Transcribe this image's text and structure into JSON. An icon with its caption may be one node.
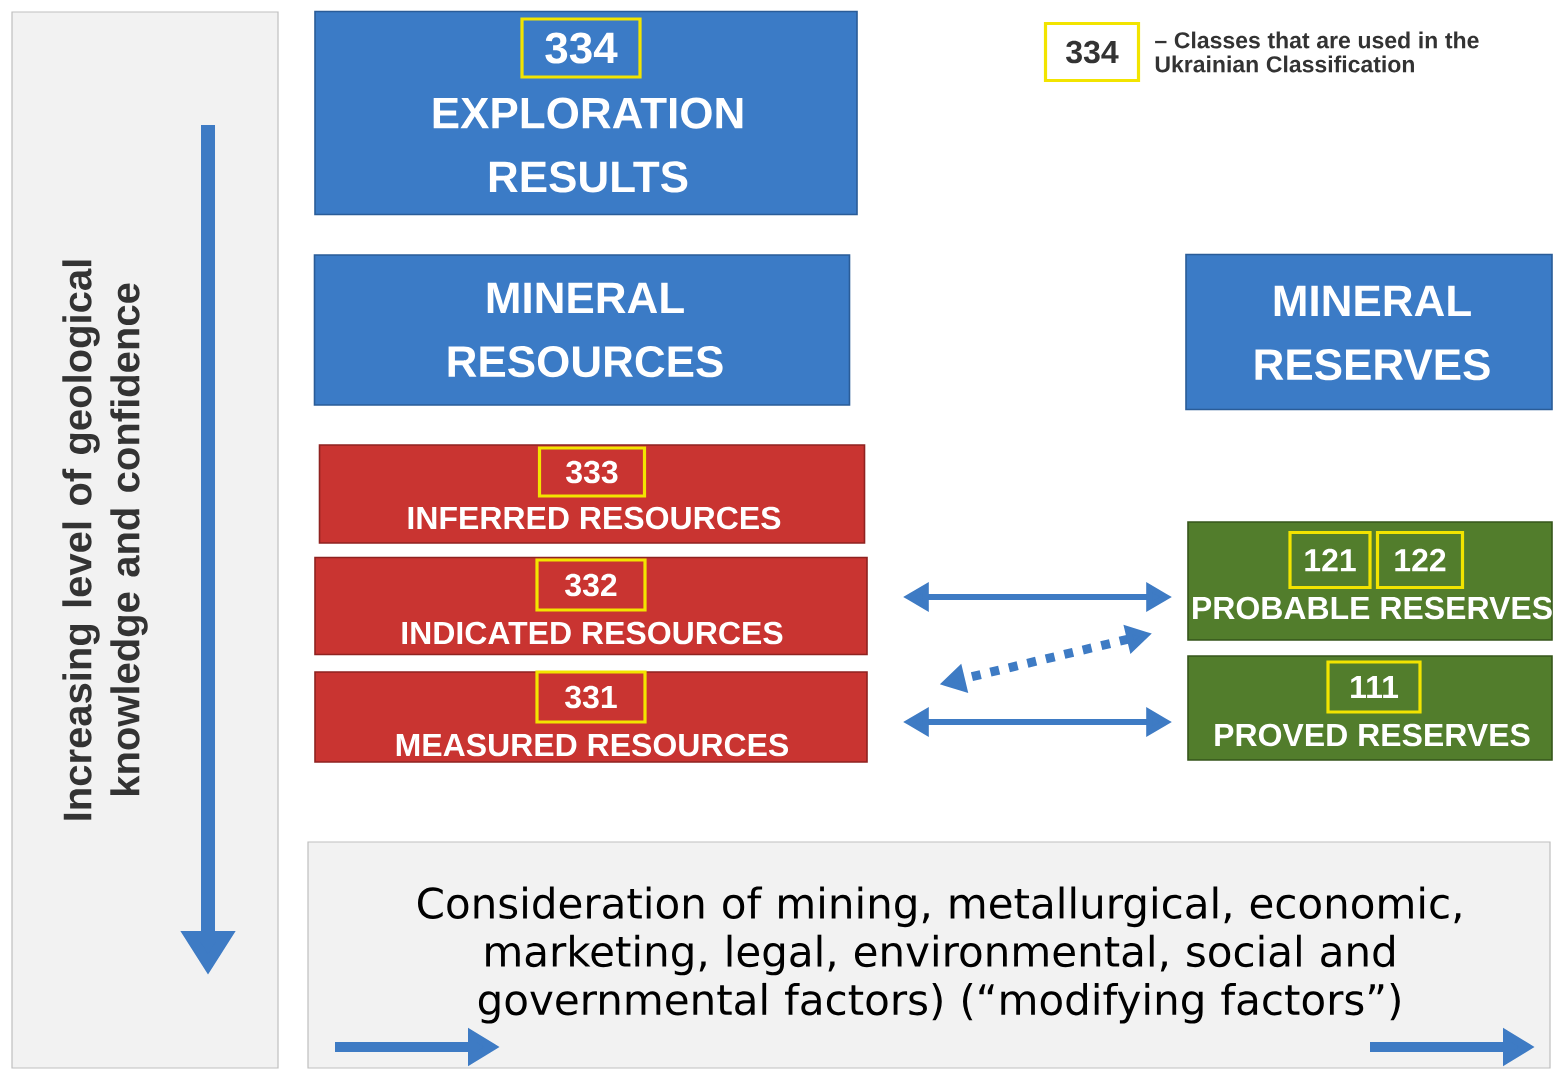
{
  "diagram": {
    "nodes": [
      {
        "text": [
          "Increasing level of geological knowledge and confidence"
        ]
      },
      {
        "text": [
          "EXPLORATION RESULTS"
        ]
      },
      {
        "text": [
          "334"
        ],
        "in": 1
      },
      {
        "text": [
          "MINERAL RESOURCES"
        ]
      },
      {
        "text": [
          "MINERAL RESERVES"
        ]
      },
      {
        "text": [
          "INFERRED RESOURCES"
        ]
      },
      {
        "text": [
          "333"
        ],
        "in": 5
      },
      {
        "text": [
          "INDICATED RESOURCES"
        ]
      },
      {
        "text": [
          "332"
        ],
        "in": 7
      },
      {
        "text": [
          "PROBABLE RESERVES"
        ]
      },
      {
        "text": [
          "121"
        ],
        "in": 9
      },
      {
        "text": [
          "122"
        ],
        "in": 9
      },
      {
        "text": [
          "MEASURED RESOURCES"
        ]
      },
      {
        "text": [
          "331"
        ],
        "in": 12
      },
      {
        "text": [
          "PROVED RESERVES"
        ]
      },
      {
        "text": [
          "111"
        ],
        "in": 14
      },
      {
        "text": [
          "Consideration of mining, metallurgical, economic, marketing, legal, environmental, social and governmental factors) (“modifying factors”)"
        ]
      },
      {
        "text": [
          "334"
        ],
        "beside": [
          "– Classes that are used in the Ukrainian Classification"
        ]
      }
    ],
    "edges": [
      {
        "from": 7,
        "to": 9,
        "arrow": "both"
      },
      {
        "from": 9,
        "to": 12,
        "arrow": "both",
        "style": "dashed"
      },
      {
        "from": 12,
        "to": 14,
        "arrow": "both"
      }
    ]
  }
}
